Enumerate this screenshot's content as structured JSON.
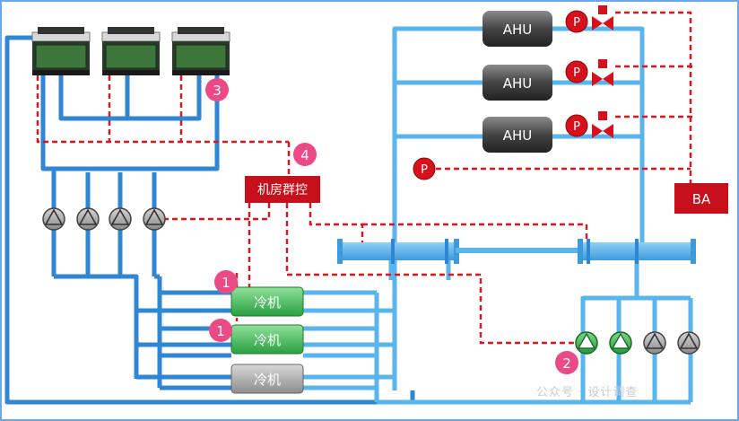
{
  "diagram": {
    "ahu_label": "AHU",
    "chiller_label": "冷机",
    "controller_label": "机房群控",
    "ba_label": "BA",
    "pressure_sensor_label": "P",
    "markers": [
      "1",
      "1",
      "2",
      "3",
      "4"
    ],
    "watermark": "公众号 · 设计调查"
  },
  "colors": {
    "water_pipe": "#2f86d4",
    "water_pipe_light": "#59b6ec",
    "control_line": "#e0141e",
    "controller_fill": "#c8101c",
    "marker_fill": "#ec4a86",
    "chiller_on": "#34b653",
    "chiller_off": "#9a9a9a",
    "ahu_fill": "#4a4a4a",
    "pump_on": "#2eaa3e",
    "pump_off": "#8f8f8f"
  }
}
